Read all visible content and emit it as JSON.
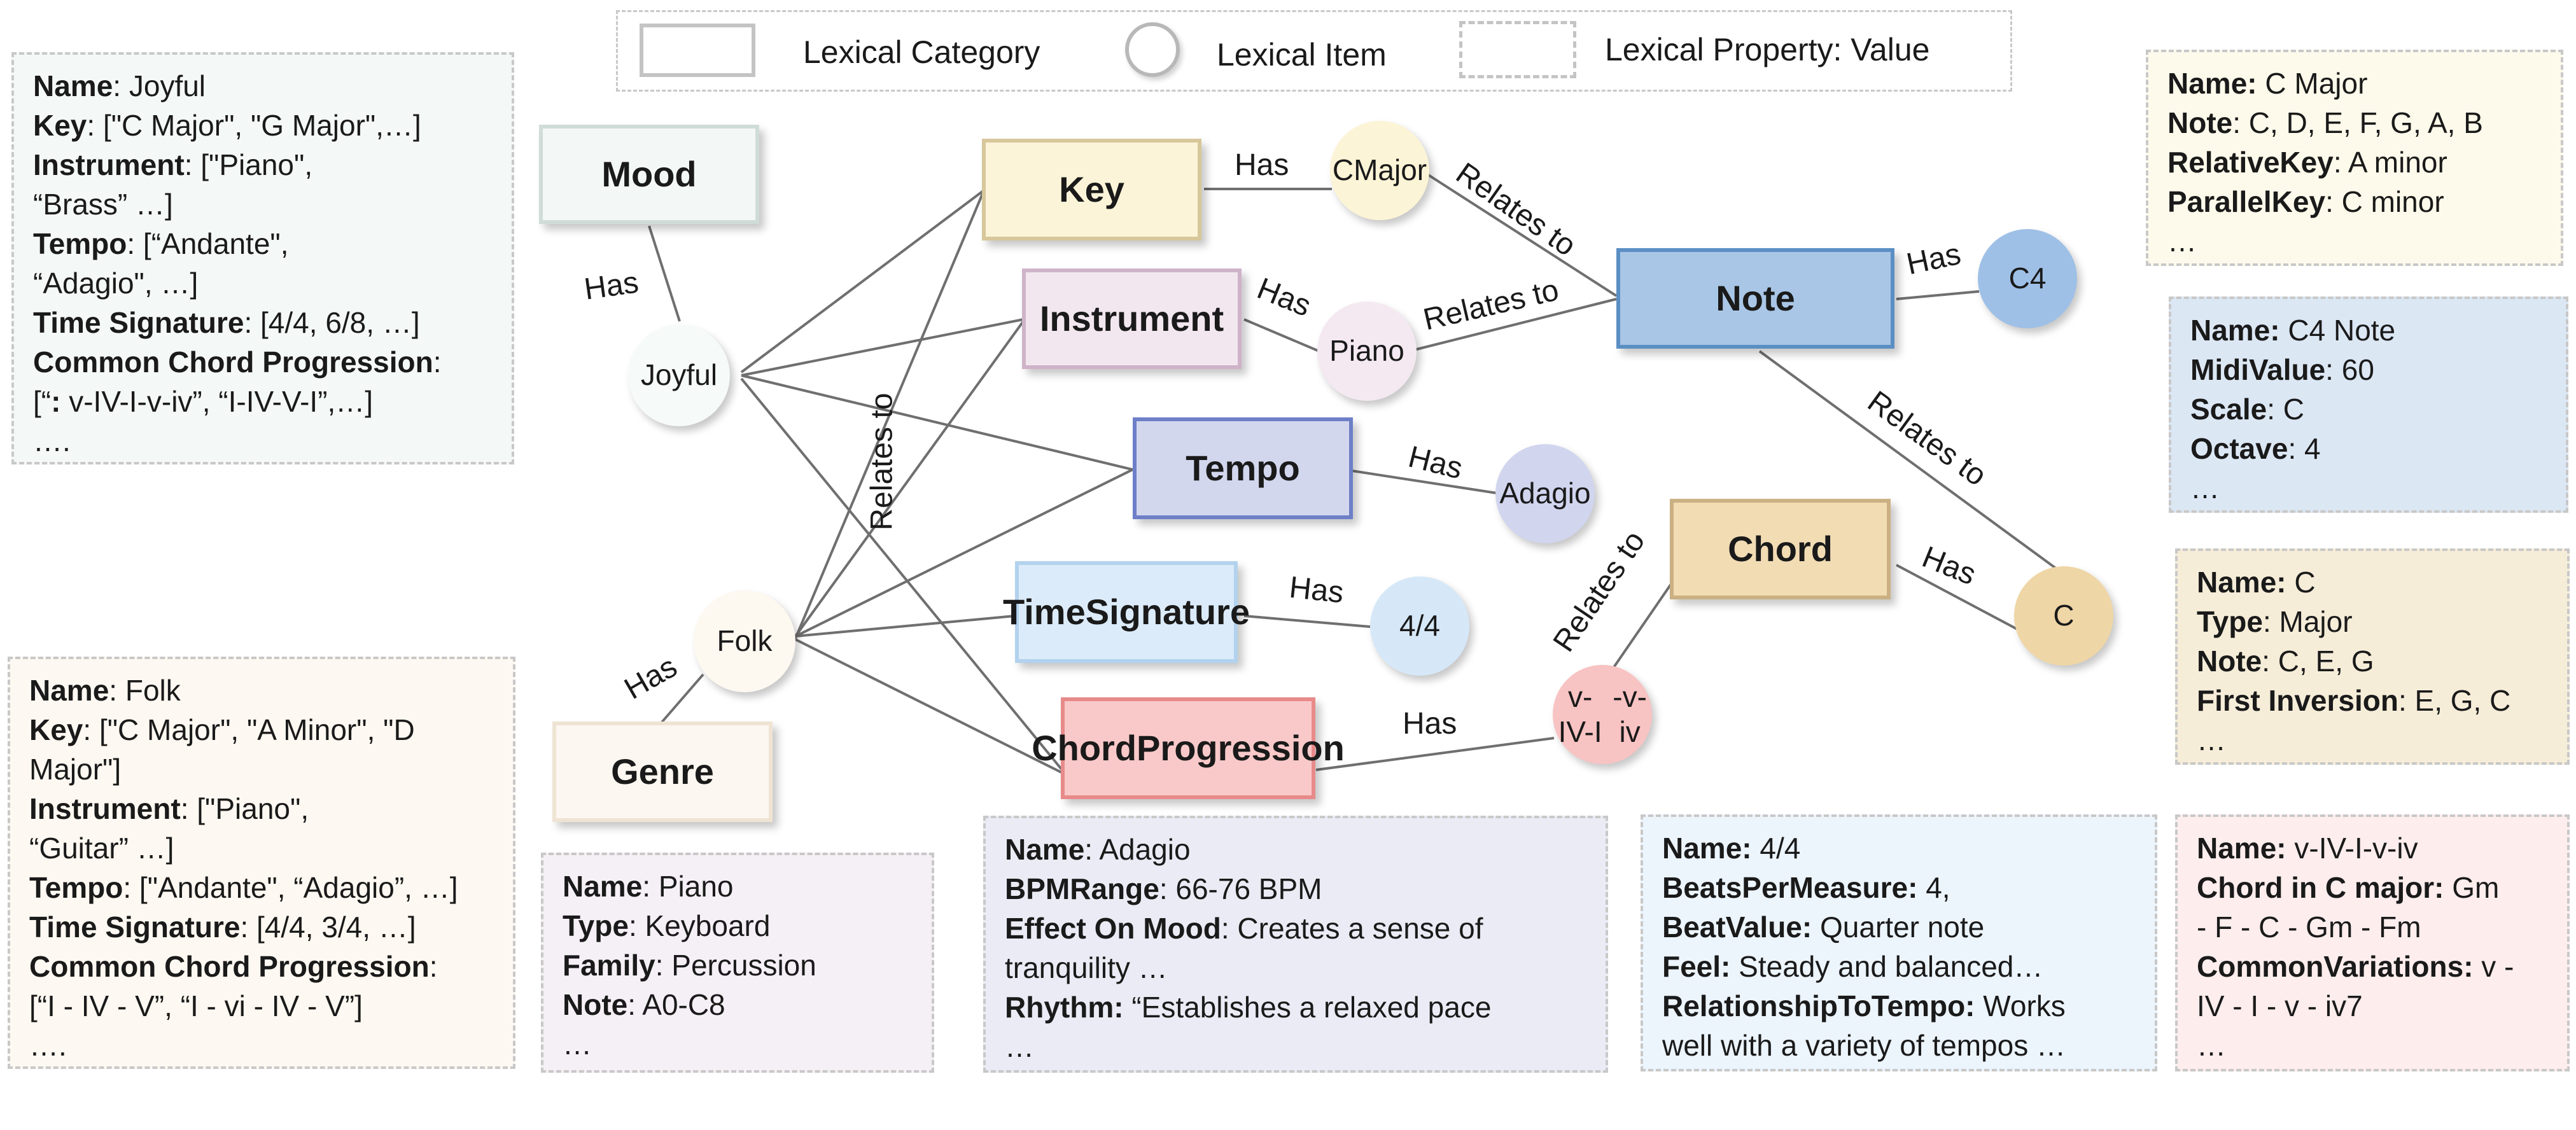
{
  "legend": {
    "category": "Lexical Category",
    "item": "Lexical Item",
    "property": "Lexical Property: Value"
  },
  "categories": {
    "mood": {
      "lines": [
        "Mood"
      ]
    },
    "key": {
      "lines": [
        "Key"
      ]
    },
    "instrument": {
      "lines": [
        "Instrument"
      ]
    },
    "note": {
      "lines": [
        "Note"
      ]
    },
    "tempo": {
      "lines": [
        "Tempo"
      ]
    },
    "time_signature": {
      "lines": [
        "Time",
        "Signature"
      ]
    },
    "chord": {
      "lines": [
        "Chord"
      ]
    },
    "chord_progression": {
      "lines": [
        "Chord",
        "Progression"
      ]
    },
    "genre": {
      "lines": [
        "Genre"
      ]
    }
  },
  "items": {
    "joyful": {
      "lines": [
        "Joyful"
      ]
    },
    "folk": {
      "lines": [
        "Folk"
      ]
    },
    "c_major": {
      "lines": [
        "C",
        "Major"
      ]
    },
    "piano": {
      "lines": [
        "Piano"
      ]
    },
    "c4": {
      "lines": [
        "C4"
      ]
    },
    "adagio": {
      "lines": [
        "Adagio"
      ]
    },
    "four_four": {
      "lines": [
        "4/4"
      ]
    },
    "c": {
      "lines": [
        "C"
      ]
    },
    "progression": {
      "lines": [
        "v-IV-I",
        "-v-iv"
      ]
    }
  },
  "edge_labels": {
    "mood_has": "Has",
    "key_has": "Has",
    "instrument_has": "Has",
    "note_has": "Has",
    "tempo_has": "Has",
    "ts_has": "Has",
    "chord_has": "Has",
    "cp_has": "Has",
    "genre_has": "Has",
    "cmajor_relates": "Relates to",
    "piano_relates": "Relates to",
    "note_chord_relates": "Relates to",
    "prog_relates": "Relates to",
    "center_relates": "Relates to"
  },
  "cards": {
    "joyful": [
      [
        {
          "b": "Name"
        },
        {
          "t": ": Joyful"
        }
      ],
      [
        {
          "b": "Key"
        },
        {
          "t": ": [\"C Major\", \"G Major\",…]"
        }
      ],
      [
        {
          "b": "Instrument"
        },
        {
          "t": ": [\"Piano\","
        }
      ],
      [
        {
          "t": "“Brass” …]"
        }
      ],
      [
        {
          "b": "Tempo"
        },
        {
          "t": ": [“Andante\","
        }
      ],
      [
        {
          "t": "“Adagio\", …]"
        }
      ],
      [
        {
          "b": "Time Signature"
        },
        {
          "t": ": [4/4, 6/8, …]"
        }
      ],
      [
        {
          "b": "Common Chord Progression"
        },
        {
          "t": ":"
        }
      ],
      [
        {
          "t": "[“"
        },
        {
          "b": ":"
        },
        {
          "t": " v-IV-I-v-iv”, “I-IV-V-I”,…]"
        }
      ],
      [
        {
          "t": "…."
        }
      ]
    ],
    "folk": [
      [
        {
          "b": "Name"
        },
        {
          "t": ": Folk"
        }
      ],
      [
        {
          "b": "Key"
        },
        {
          "t": ": [\"C Major\", \"A Minor\", \"D"
        }
      ],
      [
        {
          "t": "Major\"]"
        }
      ],
      [
        {
          "b": "Instrument"
        },
        {
          "t": ": [\"Piano\","
        }
      ],
      [
        {
          "t": "“Guitar” …]"
        }
      ],
      [
        {
          "b": "Tempo"
        },
        {
          "t": ": [\"Andante\", “Adagio”, …]"
        }
      ],
      [
        {
          "b": "Time Signature"
        },
        {
          "t": ": [4/4, 3/4, …]"
        }
      ],
      [
        {
          "b": "Common Chord Progression"
        },
        {
          "t": ":"
        }
      ],
      [
        {
          "t": "[“I - IV - V”, “I - vi - IV - V”]"
        }
      ],
      [
        {
          "t": "…."
        }
      ]
    ],
    "piano": [
      [
        {
          "b": "Name"
        },
        {
          "t": ": Piano"
        }
      ],
      [
        {
          "b": "Type"
        },
        {
          "t": ": Keyboard"
        }
      ],
      [
        {
          "b": "Family"
        },
        {
          "t": ": Percussion"
        }
      ],
      [
        {
          "b": "Note"
        },
        {
          "t": ": A0-C8"
        }
      ],
      [
        {
          "t": "…"
        }
      ]
    ],
    "adagio": [
      [
        {
          "b": "Name"
        },
        {
          "t": ": Adagio"
        }
      ],
      [
        {
          "b": "BPMRange"
        },
        {
          "t": ": 66-76 BPM"
        }
      ],
      [
        {
          "b": "Effect On Mood"
        },
        {
          "t": ": Creates a sense of"
        }
      ],
      [
        {
          "t": "tranquility …"
        }
      ],
      [
        {
          "b": "Rhythm:"
        },
        {
          "t": " “Establishes a relaxed pace"
        }
      ],
      [
        {
          "t": "…"
        }
      ]
    ],
    "four_four": [
      [
        {
          "b": "Name:"
        },
        {
          "t": " 4/4"
        }
      ],
      [
        {
          "b": "BeatsPerMeasure:"
        },
        {
          "t": " 4,"
        }
      ],
      [
        {
          "b": "BeatValue:"
        },
        {
          "t": " Quarter note"
        }
      ],
      [
        {
          "b": "Feel:"
        },
        {
          "t": " Steady and balanced…"
        }
      ],
      [
        {
          "b": "RelationshipToTempo:"
        },
        {
          "t": " Works"
        }
      ],
      [
        {
          "t": "well with a variety of tempos …"
        }
      ]
    ],
    "c_major": [
      [
        {
          "b": "Name:"
        },
        {
          "t": " C Major"
        }
      ],
      [
        {
          "b": "Note"
        },
        {
          "t": ": C, D, E, F, G, A, B"
        }
      ],
      [
        {
          "b": "RelativeKey"
        },
        {
          "t": ": A minor"
        }
      ],
      [
        {
          "b": "ParallelKey"
        },
        {
          "t": ": C minor"
        }
      ],
      [
        {
          "t": "…"
        }
      ]
    ],
    "c4": [
      [
        {
          "b": "Name:"
        },
        {
          "t": " C4 Note"
        }
      ],
      [
        {
          "b": "MidiValue"
        },
        {
          "t": ": 60"
        }
      ],
      [
        {
          "b": "Scale"
        },
        {
          "t": ": C"
        }
      ],
      [
        {
          "b": "Octave"
        },
        {
          "t": ": 4"
        }
      ],
      [
        {
          "t": "…"
        }
      ]
    ],
    "c": [
      [
        {
          "b": "Name:"
        },
        {
          "t": " C"
        }
      ],
      [
        {
          "b": "Type"
        },
        {
          "t": ": Major"
        }
      ],
      [
        {
          "b": "Note"
        },
        {
          "t": ": C, E, G"
        }
      ],
      [
        {
          "b": "First Inversion"
        },
        {
          "t": ": E, G, C"
        }
      ],
      [
        {
          "t": "…"
        }
      ]
    ],
    "progression": [
      [
        {
          "b": "Name:"
        },
        {
          "t": " v-IV-I-v-iv"
        }
      ],
      [
        {
          "b": "Chord in C major:"
        },
        {
          "t": " Gm"
        }
      ],
      [
        {
          "t": "- F - C - Gm - Fm"
        }
      ],
      [
        {
          "b": "CommonVariations:"
        },
        {
          "t": " v -"
        }
      ],
      [
        {
          "t": "IV - I - v - iv7"
        }
      ],
      [
        {
          "t": "…"
        }
      ]
    ]
  },
  "colors": {
    "mood": {
      "fill": "#f3f7f6",
      "border": "#cfdcd8"
    },
    "key": {
      "fill": "#fbf4d8",
      "border": "#d8c79a"
    },
    "instrument": {
      "fill": "#f2e7ef",
      "border": "#cfb3c9"
    },
    "note": {
      "fill": "#a9c6e6",
      "border": "#5b8fc4"
    },
    "tempo": {
      "fill": "#d2d7ee",
      "border": "#6e7fc7"
    },
    "time_signature": {
      "fill": "#dbebf9",
      "border": "#b2d2ee"
    },
    "chord": {
      "fill": "#f2dcb4",
      "border": "#cbb083"
    },
    "chord_progression": {
      "fill": "#f9c9c9",
      "border": "#e88a8a"
    },
    "genre": {
      "fill": "#fcf7f0",
      "border": "#efe4d4"
    },
    "card_joyful": "#f4f8f6",
    "card_folk": "#fdf8f1",
    "card_piano": "#f5f0f5",
    "card_adagio": "#ebebf5",
    "card_four_four": "#ecf4fc",
    "card_c_major": "#fefaeb",
    "card_c4": "#dce7f4",
    "card_c": "#f6edd9",
    "card_progression": "#fdeded"
  }
}
